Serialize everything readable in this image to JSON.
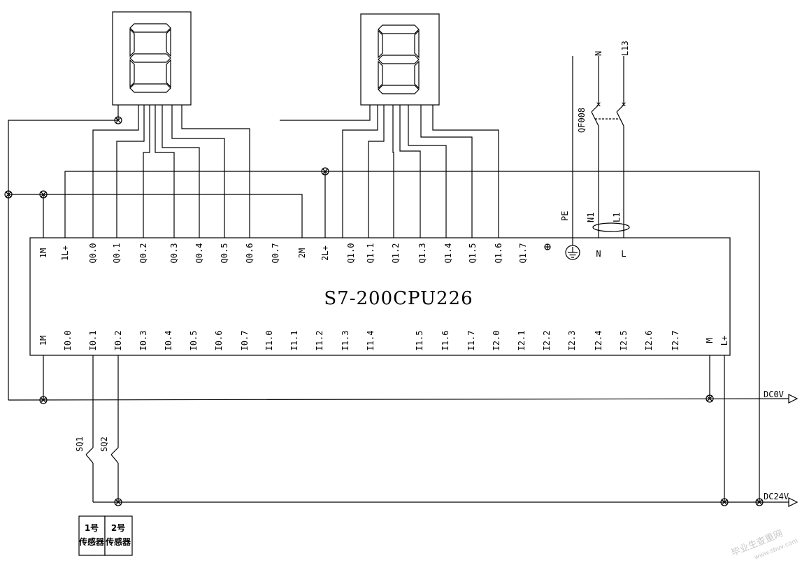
{
  "plc": {
    "model": "S7-200CPU226",
    "top_terminals": [
      "1M",
      "1L+",
      "Q0.0",
      "Q0.1",
      "Q0.2",
      "Q0.3",
      "Q0.4",
      "Q0.5",
      "Q0.6",
      "Q0.7",
      "2M",
      "2L+",
      "Q1.0",
      "Q1.1",
      "Q1.2",
      "Q1.3",
      "Q1.4",
      "Q1.5",
      "Q1.6",
      "Q1.7"
    ],
    "power_terminals": [
      "N",
      "L"
    ],
    "bottom_terminals": [
      "1M",
      "I0.0",
      "I0.1",
      "I0.2",
      "I0.3",
      "I0.4",
      "I0.5",
      "I0.6",
      "I0.7",
      "I1.0",
      "I1.1",
      "I1.2",
      "I1.3",
      "I1.4",
      "I1.5",
      "I1.6",
      "I1.7",
      "I2.0",
      "I2.1",
      "I2.2",
      "I2.3",
      "I2.4",
      "I2.5",
      "I2.6",
      "I2.7",
      "M",
      "L+"
    ]
  },
  "labels": {
    "pe": "PE",
    "n1": "N1",
    "l1": "L1",
    "n": "N",
    "l13": "L13",
    "breaker": "QF008",
    "dc0v": "DC0V",
    "dc24v": "DC24V",
    "sq1": "SQ1",
    "sq2": "SQ2"
  },
  "sensors": [
    {
      "line1": "1号",
      "line2": "传感器"
    },
    {
      "line1": "2号",
      "line2": "传感器"
    }
  ],
  "watermark": "毕业生查重网",
  "watermark_url": "www.sbvv.com"
}
